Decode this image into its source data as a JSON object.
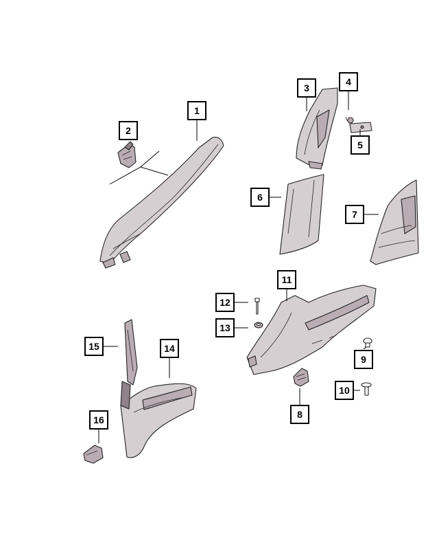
{
  "diagram": {
    "callouts": [
      {
        "id": "1",
        "label": "1"
      },
      {
        "id": "2",
        "label": "2"
      },
      {
        "id": "3",
        "label": "3"
      },
      {
        "id": "4",
        "label": "4"
      },
      {
        "id": "5",
        "label": "5"
      },
      {
        "id": "6",
        "label": "6"
      },
      {
        "id": "7",
        "label": "7"
      },
      {
        "id": "8",
        "label": "8"
      },
      {
        "id": "9",
        "label": "9"
      },
      {
        "id": "10",
        "label": "10"
      },
      {
        "id": "11",
        "label": "11"
      },
      {
        "id": "12",
        "label": "12"
      },
      {
        "id": "13",
        "label": "13"
      },
      {
        "id": "14",
        "label": "14"
      },
      {
        "id": "15",
        "label": "15"
      },
      {
        "id": "16",
        "label": "16"
      }
    ],
    "colors": {
      "line": "#000000",
      "part_fill_light": "#d6cfd2",
      "part_fill_mid": "#b9adb3",
      "part_fill_dark": "#8f8288"
    }
  }
}
